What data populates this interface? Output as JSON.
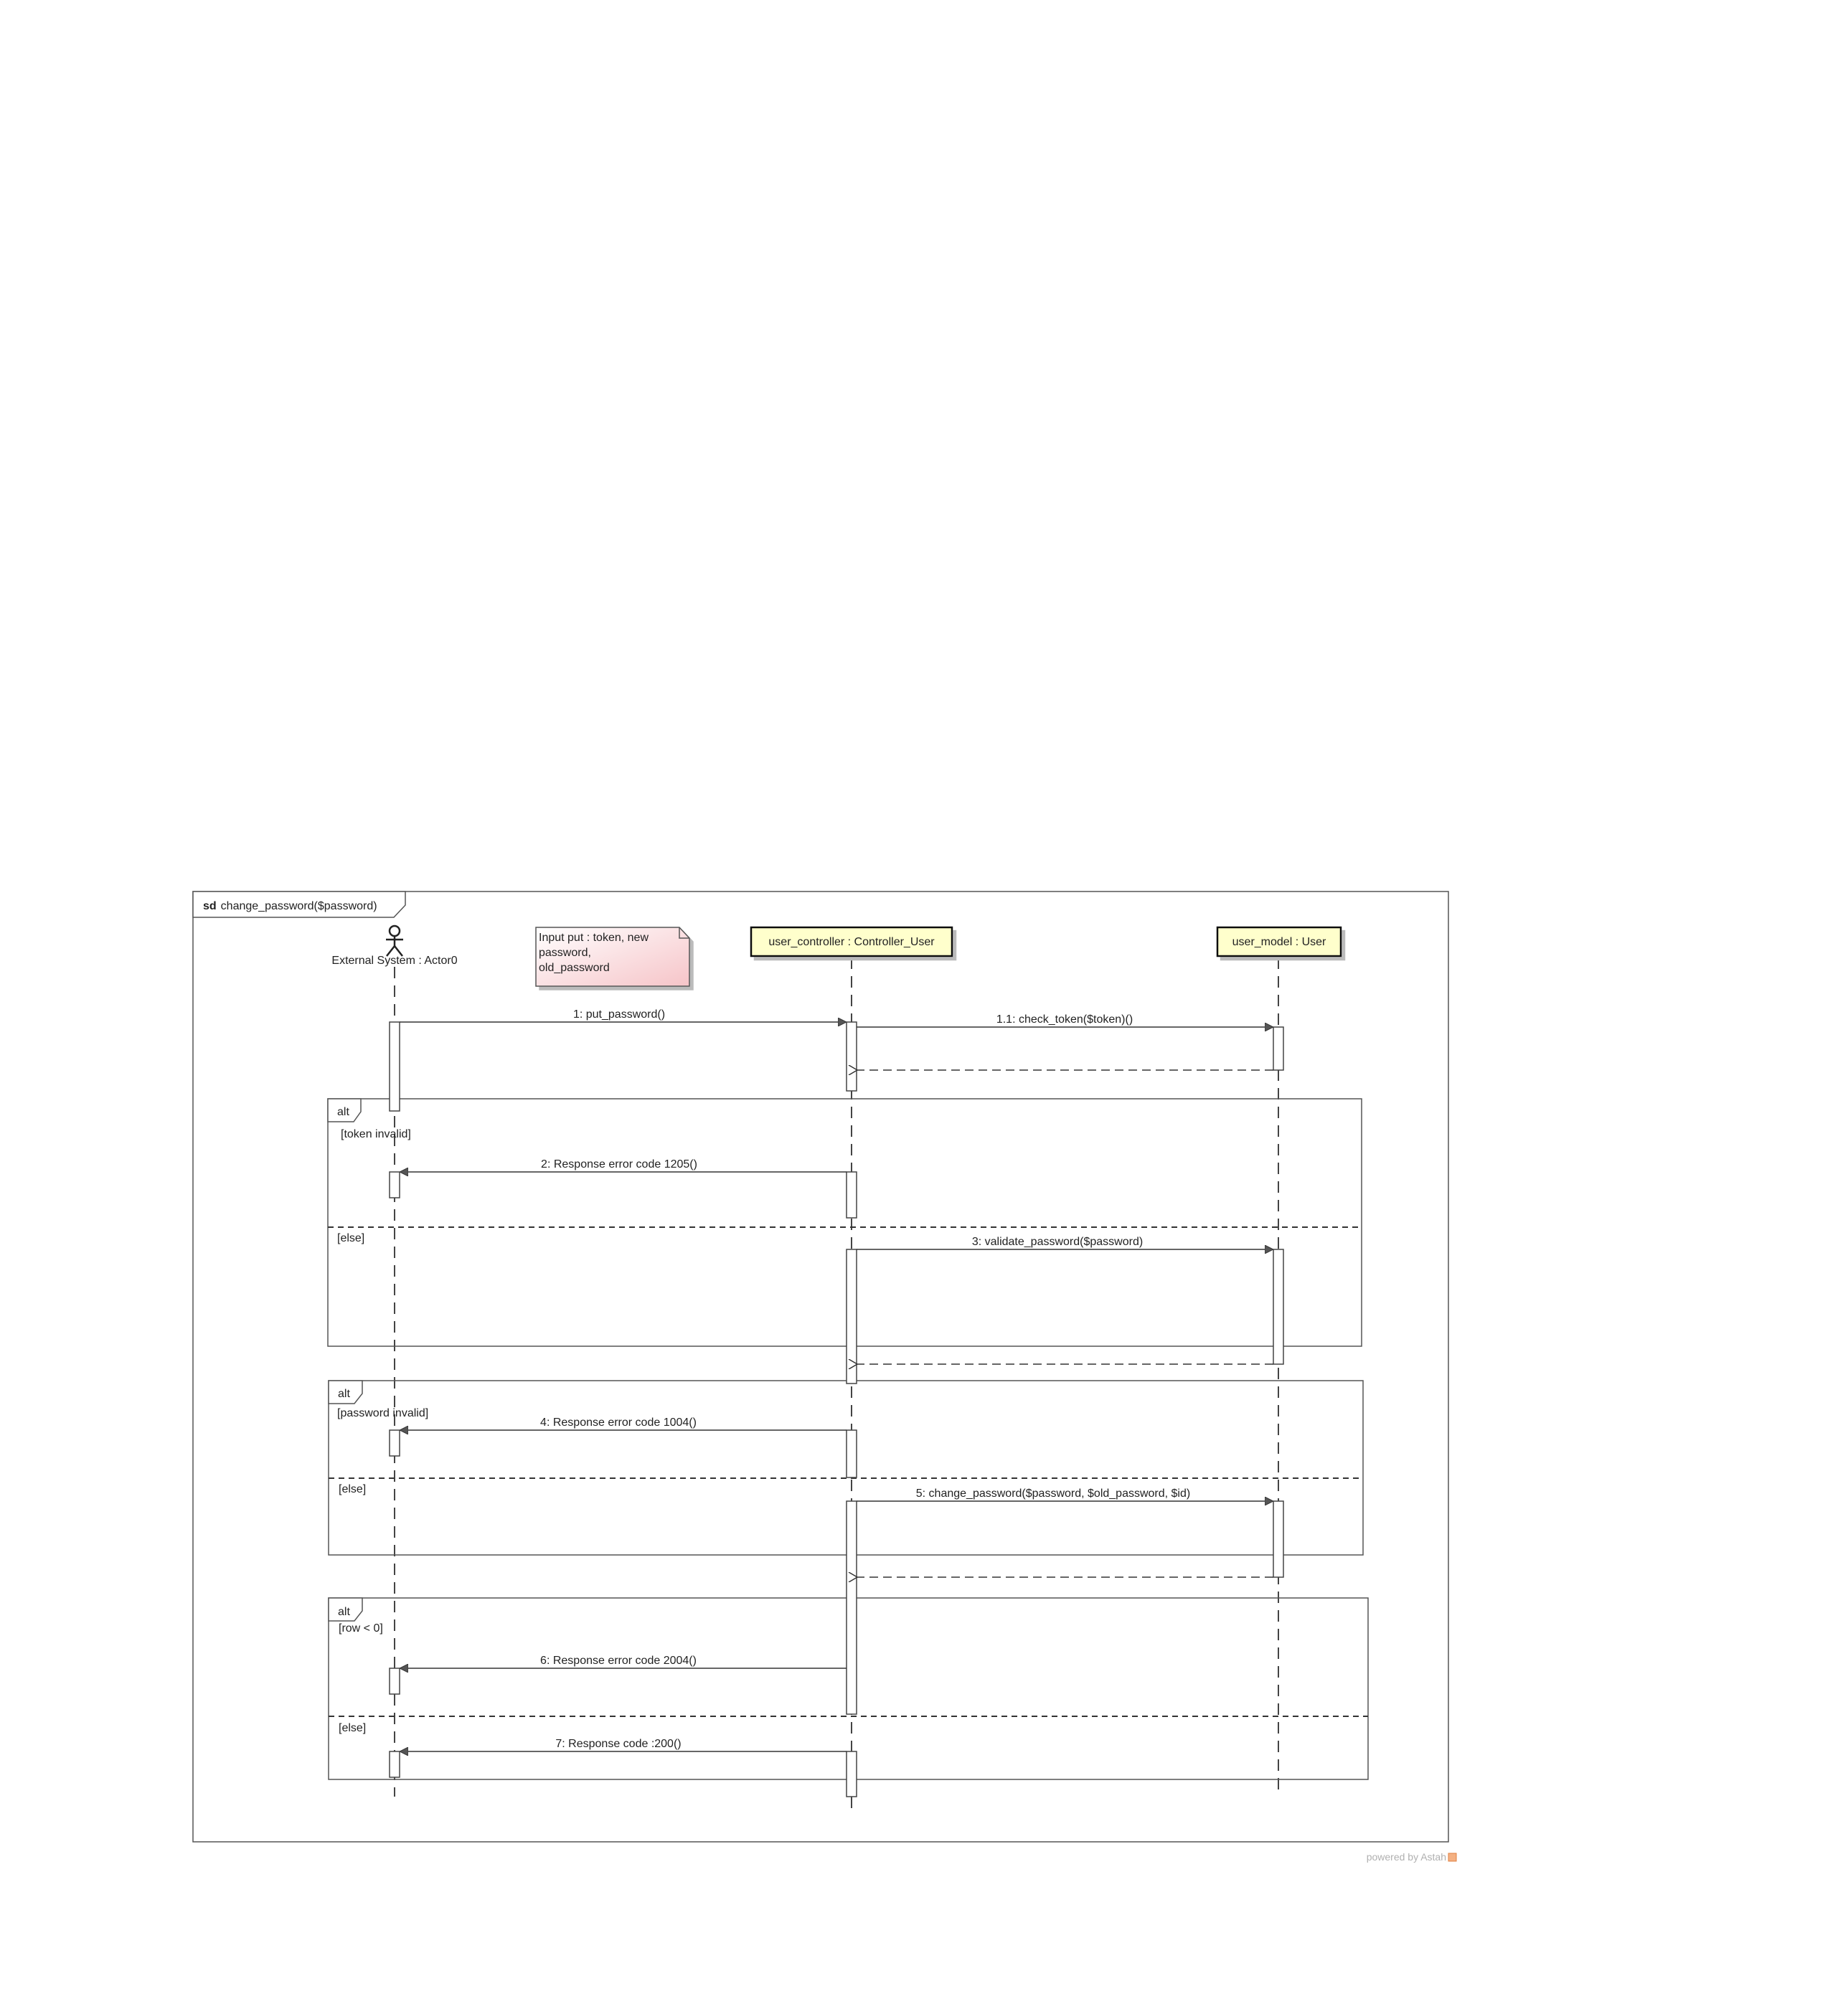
{
  "frame": {
    "keyword": "sd",
    "title": "change_password($password)"
  },
  "actor": {
    "label": "External System : Actor0"
  },
  "lifelines": {
    "controller": "user_controller : Controller_User",
    "model": "user_model : User"
  },
  "note": {
    "lines": [
      "Input put : token, new",
      "password,",
      "old_password"
    ]
  },
  "messages": {
    "m1": "1: put_password()",
    "m1_1": "1.1: check_token($token)()",
    "m2": "2: Response error code 1205()",
    "m3": "3: validate_password($password)",
    "m4": "4: Response error code 1004()",
    "m5": "5: change_password($password, $old_password, $id)",
    "m6": "6: Response error code 2004()",
    "m7": "7: Response code :200()"
  },
  "fragments": {
    "alt1": {
      "keyword": "alt",
      "guard1": "[token invalid]",
      "guard2": "[else]"
    },
    "alt2": {
      "keyword": "alt",
      "guard1": "[password invalid]",
      "guard2": "[else]"
    },
    "alt3": {
      "keyword": "alt",
      "guard1": "[row < 0]",
      "guard2": "[else]"
    }
  },
  "watermark": "powered by Astah",
  "colors": {
    "lifeline_head_fill": "#ffffcc",
    "note_fill_start": "#ffffff",
    "note_fill_end": "#f8c8cc",
    "line": "#333333"
  }
}
